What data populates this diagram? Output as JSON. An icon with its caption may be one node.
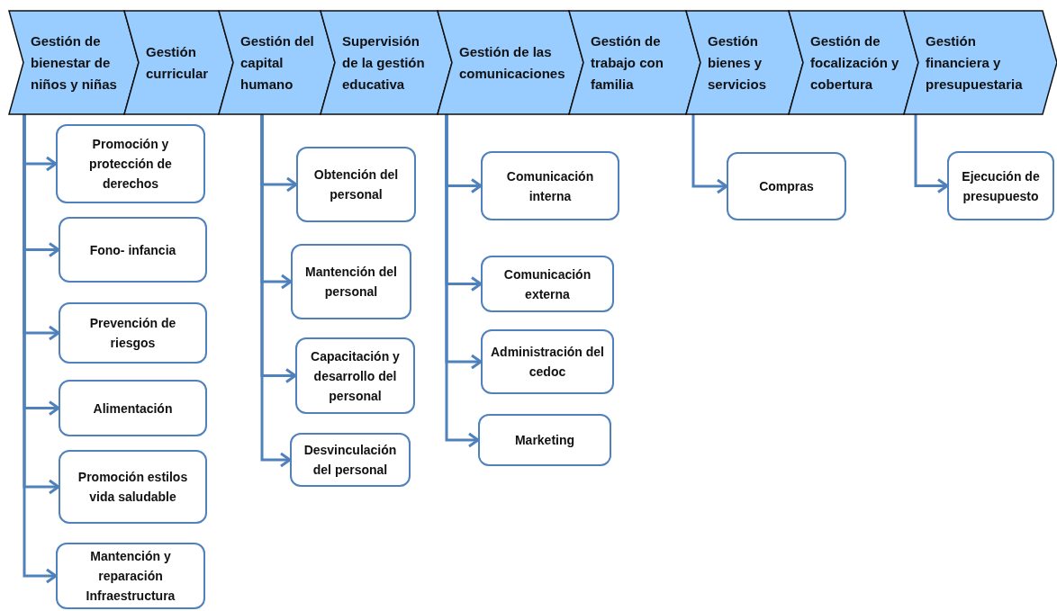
{
  "diagram": {
    "nodes": [
      {
        "text": [
          "Gestión de bienestar de niños y niñas"
        ]
      },
      {
        "text": [
          "Gestión curricular"
        ]
      },
      {
        "text": [
          "Gestión del capital humano"
        ]
      },
      {
        "text": [
          "Supervisión de la gestión educativa"
        ]
      },
      {
        "text": [
          "Gestión de las comunicaciones"
        ]
      },
      {
        "text": [
          "Gestión de trabajo con familia"
        ]
      },
      {
        "text": [
          "Gestión bienes y servicios"
        ]
      },
      {
        "text": [
          "Gestión de focalización y cobertura"
        ]
      },
      {
        "text": [
          "Gestión financiera y presupuestaria"
        ]
      },
      {
        "text": [
          "Promoción y protección de derechos"
        ]
      },
      {
        "text": [
          "Fono- infancia"
        ]
      },
      {
        "text": [
          "Prevención de riesgos"
        ]
      },
      {
        "text": [
          "Alimentación"
        ]
      },
      {
        "text": [
          "Promoción estilos vida saludable"
        ]
      },
      {
        "text": [
          "Mantención y reparación Infraestructura"
        ]
      },
      {
        "text": [
          "Obtención del personal"
        ]
      },
      {
        "text": [
          "Mantención del personal"
        ]
      },
      {
        "text": [
          "Capacitación y desarrollo del personal"
        ]
      },
      {
        "text": [
          "Desvinculación del personal"
        ]
      },
      {
        "text": [
          "Comunicación interna"
        ]
      },
      {
        "text": [
          "Comunicación externa"
        ]
      },
      {
        "text": [
          "Administración del cedoc"
        ]
      },
      {
        "text": [
          "Marketing"
        ]
      },
      {
        "text": [
          "Compras"
        ]
      },
      {
        "text": [
          "Ejecución de presupuesto"
        ]
      }
    ],
    "edges": [
      {
        "from": 0,
        "to": 9,
        "arrow": "to"
      },
      {
        "from": 0,
        "to": 10,
        "arrow": "to"
      },
      {
        "from": 0,
        "to": 11,
        "arrow": "to"
      },
      {
        "from": 0,
        "to": 12,
        "arrow": "to"
      },
      {
        "from": 0,
        "to": 13,
        "arrow": "to"
      },
      {
        "from": 0,
        "to": 14,
        "arrow": "to"
      },
      {
        "from": 2,
        "to": 15,
        "arrow": "to"
      },
      {
        "from": 2,
        "to": 16,
        "arrow": "to"
      },
      {
        "from": 2,
        "to": 17,
        "arrow": "to"
      },
      {
        "from": 2,
        "to": 18,
        "arrow": "to"
      },
      {
        "from": 4,
        "to": 19,
        "arrow": "to"
      },
      {
        "from": 4,
        "to": 20,
        "arrow": "to"
      },
      {
        "from": 4,
        "to": 21,
        "arrow": "to"
      },
      {
        "from": 4,
        "to": 22,
        "arrow": "to"
      },
      {
        "from": 6,
        "to": 23,
        "arrow": "to"
      },
      {
        "from": 8,
        "to": 24,
        "arrow": "to"
      }
    ]
  }
}
